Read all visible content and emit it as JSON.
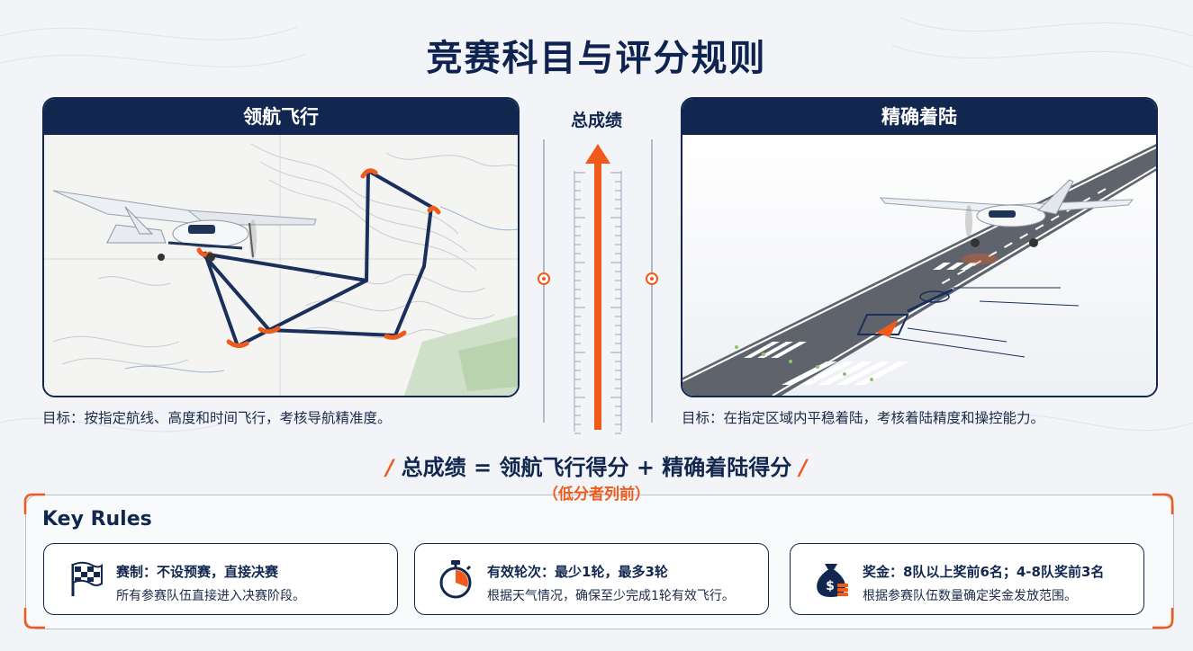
{
  "title": "竞赛科目与评分规则",
  "left_panel": {
    "title": "领航飞行",
    "goal": "目标：按指定航线、高度和时间飞行，考核导航精准度。"
  },
  "right_panel": {
    "title": "精确着陆",
    "goal": "目标：在指定区域内平稳着陆，考核着陆精度和操控能力。"
  },
  "center": {
    "label": "总成绩"
  },
  "formula": {
    "text": "总成绩 = 领航飞行得分 + 精确着陆得分",
    "note": "（低分者列前）"
  },
  "rules": {
    "title": "Key Rules",
    "cards": [
      {
        "icon": "checkered-flag-icon",
        "title": "赛制：不设预赛，直接决赛",
        "desc": "所有参赛队伍直接进入决赛阶段。"
      },
      {
        "icon": "stopwatch-icon",
        "title": "有效轮次：最少1轮，最多3轮",
        "desc": "根据天气情况，确保至少完成1轮有效飞行。"
      },
      {
        "icon": "money-bag-icon",
        "title": "奖金：8队以上奖前6名；4-8队奖前3名",
        "desc": "根据参赛队伍数量确定奖金发放范围。"
      }
    ]
  },
  "colors": {
    "navy": "#12274f",
    "accent": "#f05a1a"
  }
}
